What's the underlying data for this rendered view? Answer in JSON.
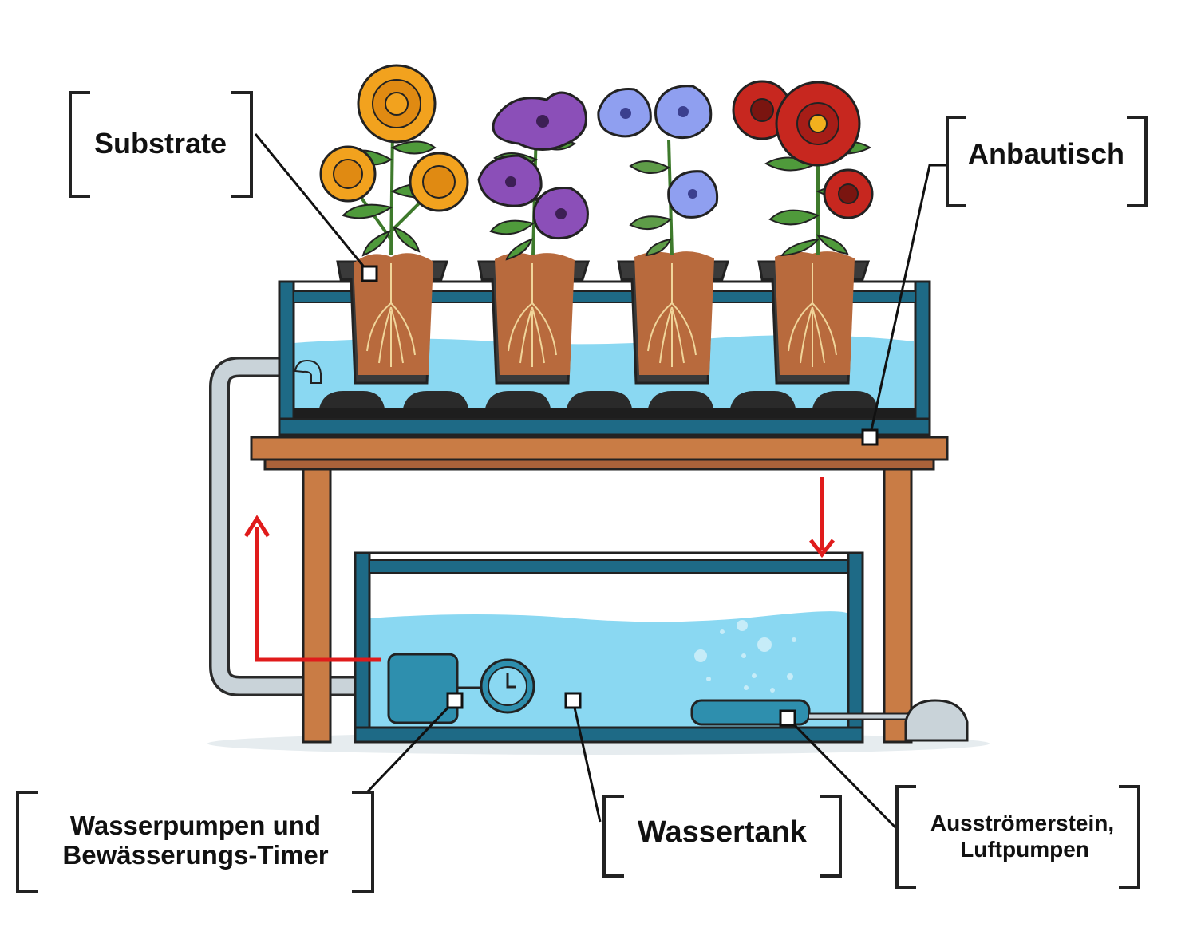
{
  "labels": {
    "substrate": "Substrate",
    "growing_table": "Anbautisch",
    "pump_line1": "Wasserpumpen und",
    "pump_line2": "Bewässerungs-Timer",
    "water_tank": "Wassertank",
    "air_line1": "Ausströmerstein,",
    "air_line2": "Luftpumpen"
  },
  "colors": {
    "water": "#8ad8f2",
    "frame": "#1e6a86",
    "wood": "#c97c45",
    "soil": "#b86a3d",
    "pot": "#3a3a3a",
    "pipe": "#c9d3d9",
    "flow_arrow": "#e01b1b",
    "flower_orange": "#f2a21e",
    "flower_purple": "#8b4fb8",
    "flower_blue": "#8f9ff0",
    "flower_red": "#c7271f",
    "leaf": "#4f9a3b"
  },
  "icons": [
    "flower-icon",
    "timer-gauge-icon",
    "air-pump-icon",
    "air-stone-icon"
  ]
}
